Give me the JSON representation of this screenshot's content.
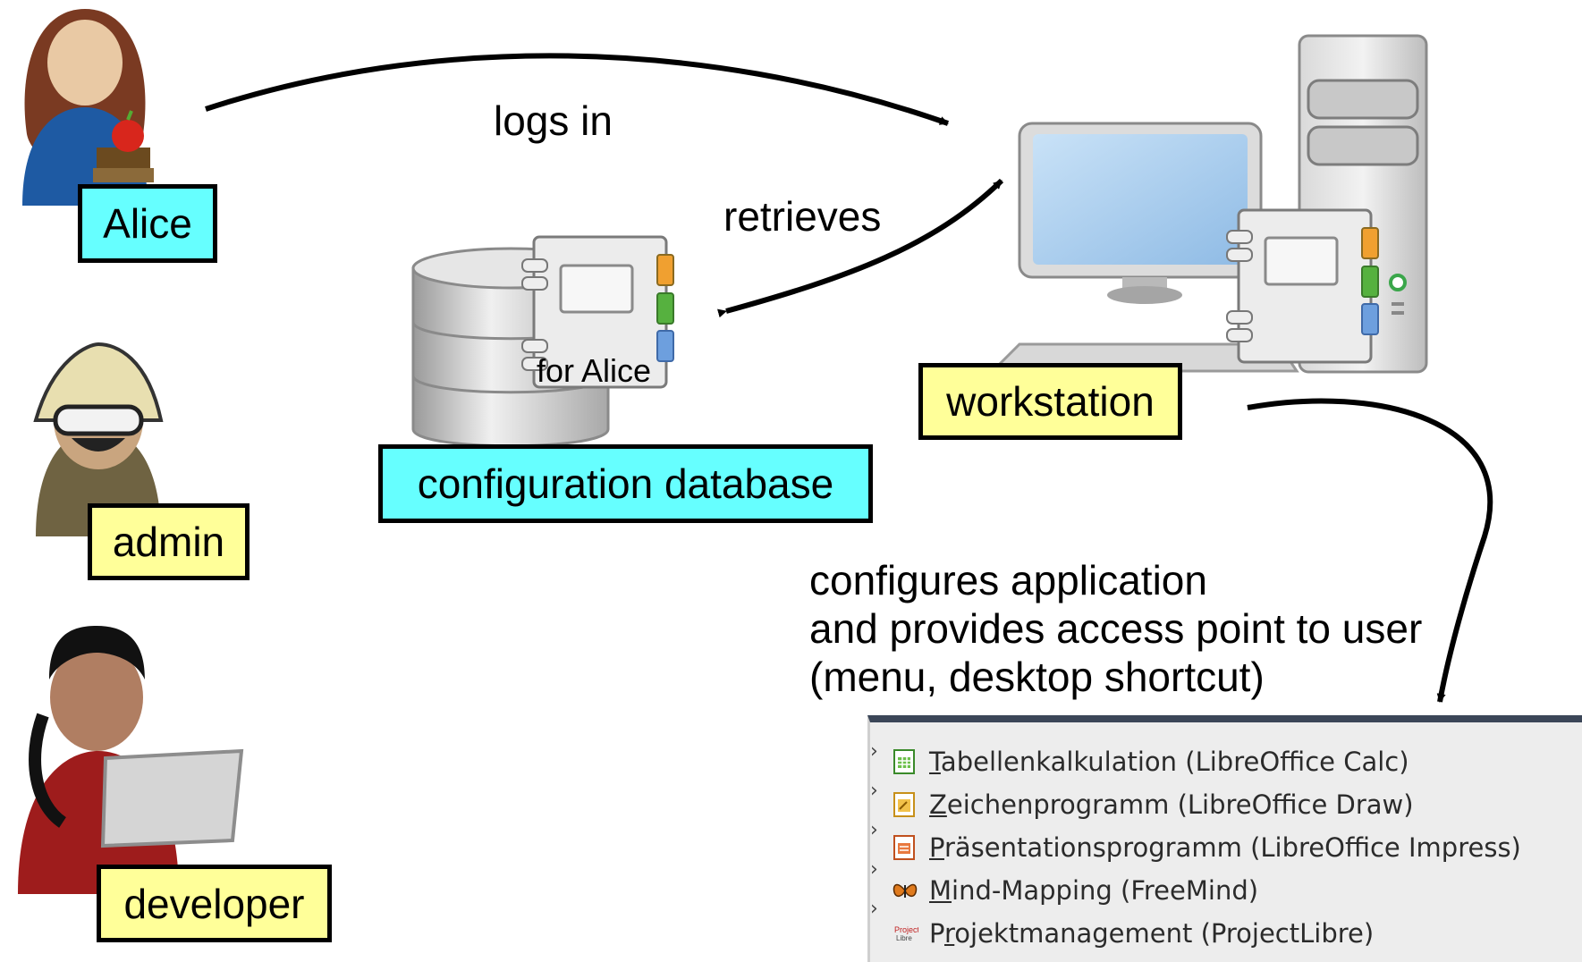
{
  "actors": {
    "alice": "Alice",
    "admin": "admin",
    "developer": "developer"
  },
  "workstation_label": "workstation",
  "database_label": "configuration database",
  "config_card_label": "for Alice",
  "edges": {
    "logs_in": "logs in",
    "retrieves": "retrieves",
    "configures": [
      "configures application",
      "and provides access point to user",
      "(menu, desktop shortcut)"
    ]
  },
  "menu": {
    "items": [
      {
        "accel": "T",
        "rest": "abellenkalkulation (LibreOffice Calc)",
        "icon": "spreadsheet-icon"
      },
      {
        "accel": "Z",
        "rest": "eichenprogramm (LibreOffice Draw)",
        "icon": "drawing-icon"
      },
      {
        "accel": "P",
        "rest": "räsentationsprogramm (LibreOffice Impress)",
        "icon": "presentation-icon"
      },
      {
        "accel": "M",
        "rest": "ind-Mapping (FreeMind)",
        "icon": "butterfly-icon"
      },
      {
        "accel": "",
        "rest": "",
        "pre": "P",
        "accel2": "r",
        "post": "ojektmanagement (ProjectLibre)",
        "icon": "projectlibre-icon"
      }
    ]
  },
  "colors": {
    "label_yellow": "#ffff99",
    "label_cyan": "#66ffff",
    "menu_header": "#3b4658",
    "menu_bg": "#ededed"
  }
}
